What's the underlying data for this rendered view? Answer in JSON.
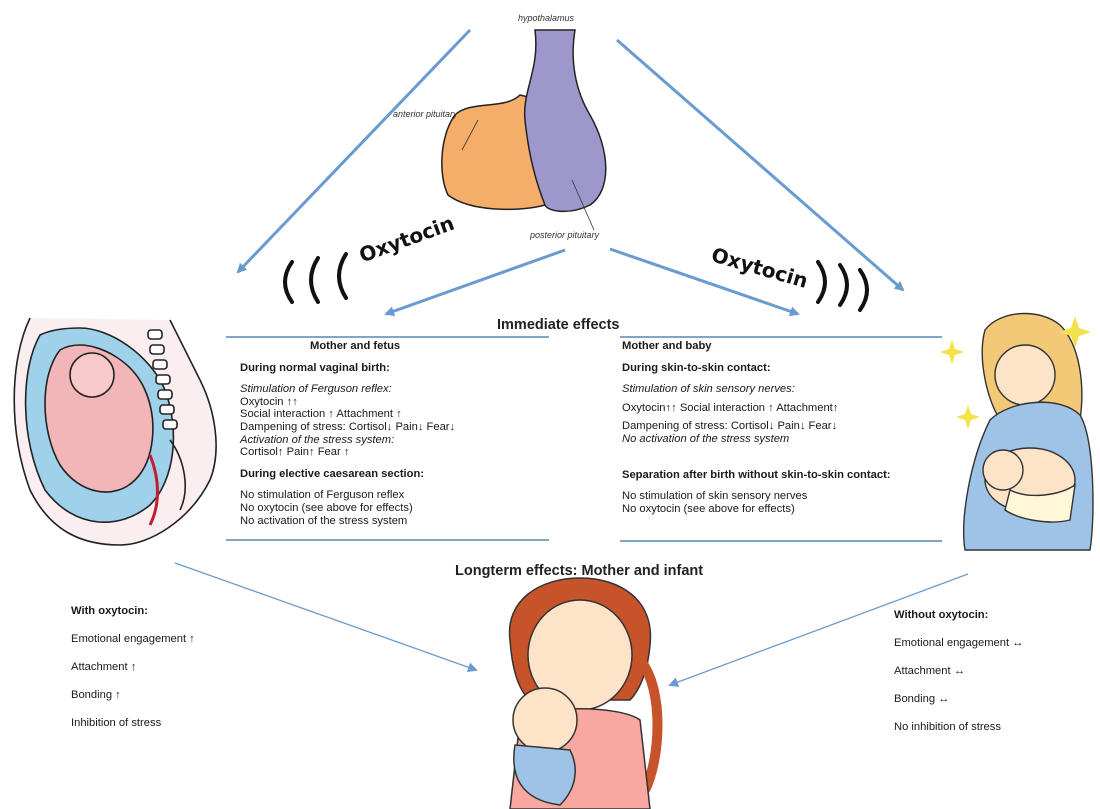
{
  "pituitary": {
    "hypothalamus": "hypothalamus",
    "anterior": "anterior pituitary",
    "posterior": "posterior pituitary"
  },
  "oxytocin_left": "Oxytocin",
  "oxytocin_right": "Oxytocin",
  "immediate_title": "Immediate effects",
  "left_column": {
    "heading": "Mother and fetus",
    "vaginal_heading": "During  normal vaginal birth:",
    "ferguson_italic": "Stimulation of Ferguson reflex:",
    "line_oxytocin": "Oxytocin ↑↑",
    "line_social": "Social interaction ↑ Attachment ↑",
    "line_dampening": "Dampening of stress: Cortisol↓  Pain↓ Fear↓",
    "stress_italic": "Activation of the stress system:",
    "line_cortisol": "Cortisol↑ Pain↑ Fear ↑",
    "caesarean_heading": "During elective caesarean section:",
    "line_no_ferguson": "No stimulation of Ferguson reflex",
    "line_no_oxytocin": "No oxytocin (see above for effects)",
    "line_no_activation": "No activation of the stress system"
  },
  "right_column": {
    "heading": "Mother and baby",
    "skin_heading": "During skin-to-skin contact:",
    "sensory_italic": "Stimulation of skin sensory nerves:",
    "line_oxytocin": "Oxytocin↑↑ Social interaction ↑ Attachment↑",
    "line_dampening": "Dampening of stress: Cortisol↓  Pain↓ Fear↓",
    "no_activation_italic": "No activation of the stress system",
    "separation_heading": "Separation after birth without skin-to-skin contact:",
    "line_no_stimulation": "No stimulation of skin sensory nerves",
    "line_no_oxytocin": "No oxytocin (see above for effects)"
  },
  "longterm_title": "Longterm effects: Mother and infant",
  "with_oxytocin": {
    "heading": "With oxytocin:",
    "items": [
      "Emotional engagement ↑",
      "Attachment ↑",
      "Bonding ↑",
      "Inhibition of stress"
    ]
  },
  "without_oxytocin": {
    "heading": "Without oxytocin:",
    "items": [
      "Emotional engagement ↔",
      "Attachment ↔",
      "Bonding ↔",
      "No inhibition of stress"
    ]
  },
  "colors": {
    "arrow": "#6a9bd0",
    "rule": "#7fa6c9",
    "anterior": "#f5ad6a",
    "posterior": "#9d97cc"
  }
}
